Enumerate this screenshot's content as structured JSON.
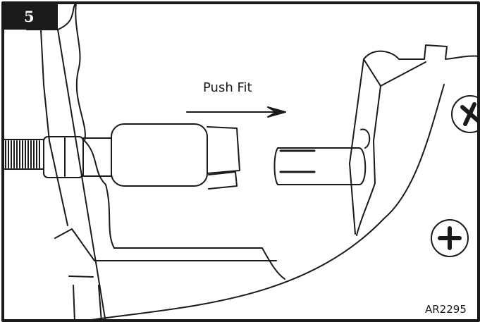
{
  "step": {
    "number": "5"
  },
  "instruction": {
    "label": "Push Fit"
  },
  "reference": {
    "code": "AR2295"
  },
  "icons": {
    "direction": "right-arrow-icon",
    "fastener": "phillips-screw-icon"
  }
}
